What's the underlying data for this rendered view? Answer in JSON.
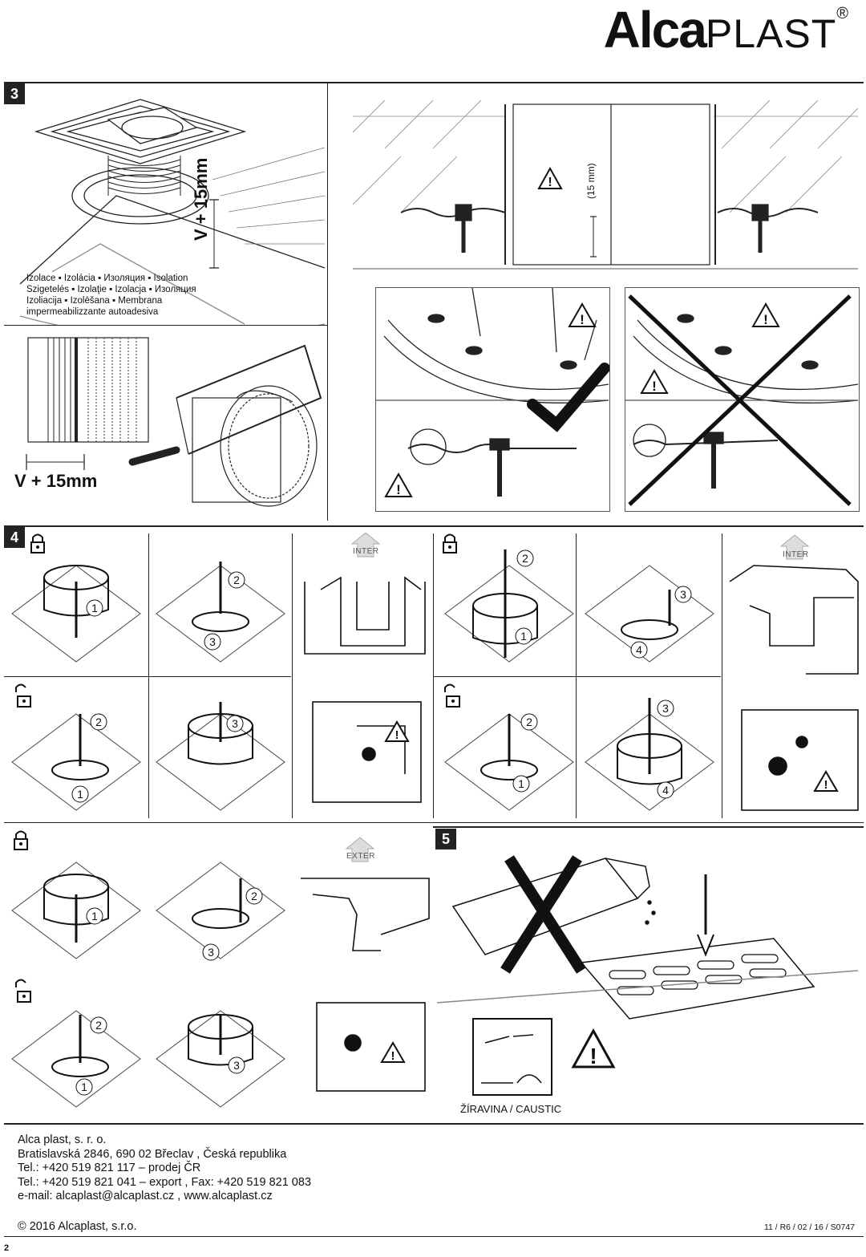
{
  "header": {
    "brand_bold": "Alca",
    "brand_light": "PLAST",
    "registered": "®"
  },
  "section3": {
    "number": "3",
    "isolation_lines": [
      "Izolace ▪ Izolácia ▪ Изоляция ▪ Isolation",
      "Szigetelés ▪ Izolaţie ▪ Izolacja ▪ Изоляция",
      "Izoliacija ▪ Izolēšana ▪ Membrana",
      "impermeabilizzante autoadesiva"
    ],
    "v15_label_vertical": "V + 15mm",
    "v15_label_saw": "V + 15mm",
    "dim_15mm": "(15 mm)"
  },
  "section4": {
    "number": "4",
    "inter_label": "INTER",
    "exter_label": "EXTER"
  },
  "section5": {
    "number": "5",
    "caustic_label": "ŽÍRAVINA / CAUSTIC"
  },
  "footer": {
    "lines": [
      "Alca plast, s. r. o.",
      "Bratislavská 2846, 690 02 Břeclav , Česká republika",
      "Tel.: +420 519 821 117 – prodej ČR",
      "Tel.: +420 519 821 041 – export , Fax: +420 519 821 083",
      "e-mail: alcaplast@alcaplast.cz , www.alcaplast.cz"
    ],
    "copyright": "© 2016 Alcaplast, s.r.o.",
    "doc_id": "11 / R6 / 02 / 16 / S0747",
    "page_number": "2"
  }
}
